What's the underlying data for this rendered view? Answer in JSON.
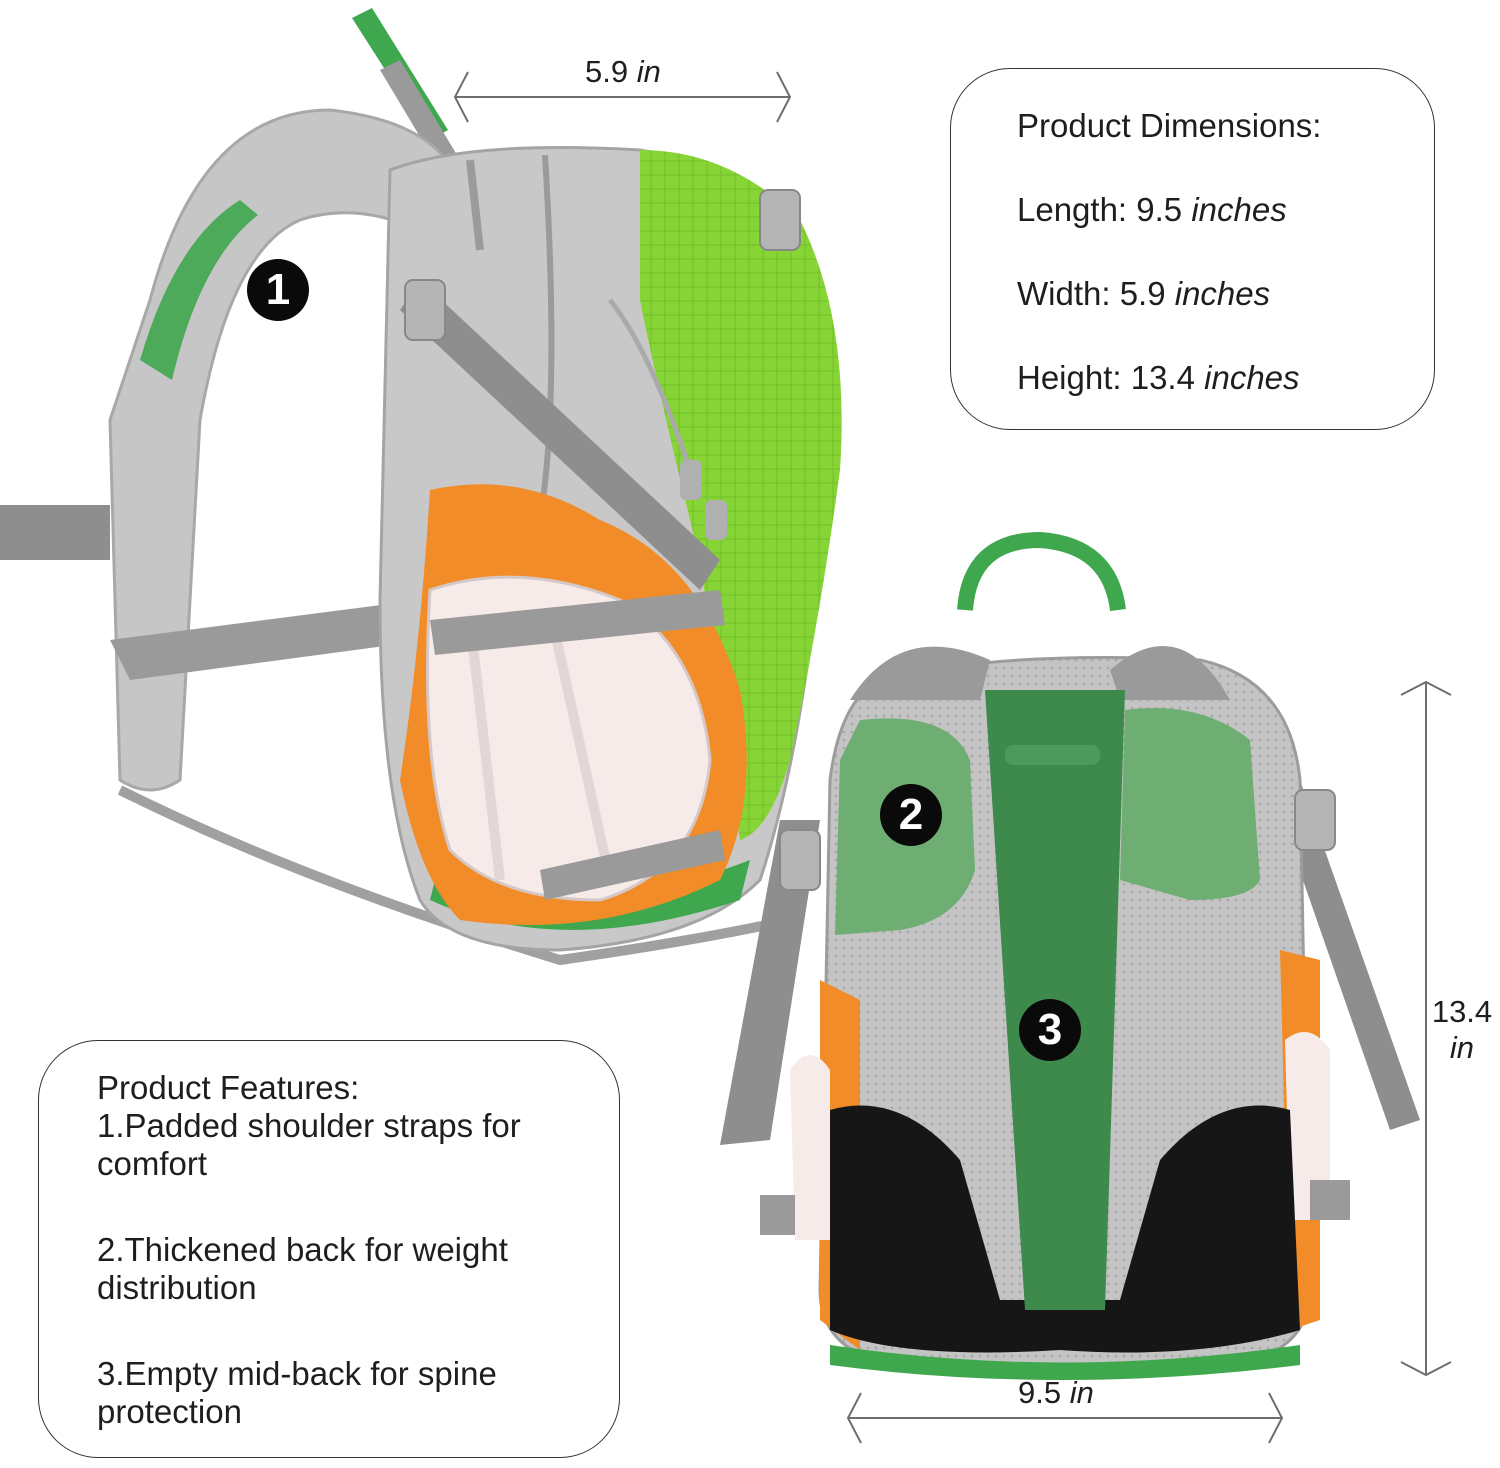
{
  "dimensions": {
    "heading": "Product Dimensions:",
    "length": {
      "label": "Length: 9.5",
      "unit": "inches"
    },
    "width": {
      "label": "Width: 5.9",
      "unit": "inches"
    },
    "height": {
      "label": "Height: 13.4",
      "unit": "inches"
    }
  },
  "features": {
    "heading": "Product Features:",
    "items": [
      {
        "line1": "1.Padded shoulder straps for",
        "line2": "comfort"
      },
      {
        "line1": "2.Thickened back for weight",
        "line2": "distribution"
      },
      {
        "line1": "3.Empty mid-back for spine",
        "line2": "protection"
      }
    ]
  },
  "measure_labels": {
    "depth": {
      "value": "5.9",
      "unit": "in"
    },
    "width": {
      "value": "9.5",
      "unit": "in"
    },
    "height": {
      "value": "13.4",
      "unit": "in"
    }
  },
  "badges": [
    "1",
    "2",
    "3"
  ],
  "colors": {
    "lime_green": "#86d435",
    "dark_green": "#3d8a4c",
    "panel_green": "#6fae72",
    "orange": "#f28c28",
    "gray": "#bdbdbd",
    "strap_gray": "#8e8e8e",
    "black": "#161616"
  }
}
